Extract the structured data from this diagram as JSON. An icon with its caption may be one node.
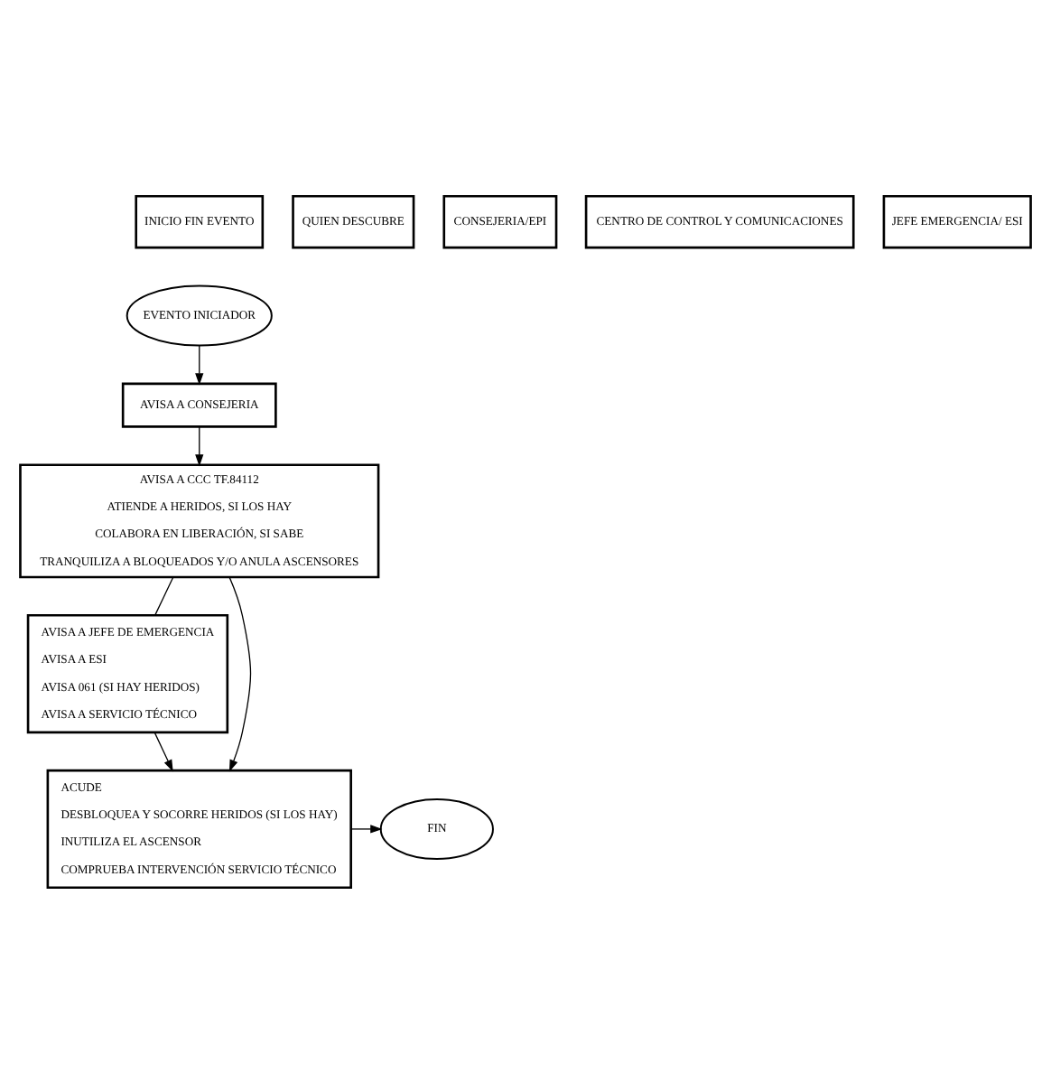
{
  "diagram": {
    "nodes": [
      {
        "text": [
          "INICIO FIN EVENTO"
        ]
      },
      {
        "text": [
          "QUIEN DESCUBRE"
        ]
      },
      {
        "text": [
          "CONSEJERIA/EPI"
        ]
      },
      {
        "text": [
          "CENTRO DE CONTROL Y COMUNICACIONES"
        ]
      },
      {
        "text": [
          "JEFE EMERGENCIA/ ESI"
        ]
      },
      {
        "text": [
          "EVENTO INICIADOR"
        ]
      },
      {
        "text": [
          "AVISA A CONSEJERIA"
        ]
      },
      {
        "text": [
          "AVISA A CCC TF.84112",
          "ATIENDE A HERIDOS, SI LOS HAY",
          "COLABORA EN LIBERACIÓN, SI SABE",
          "TRANQUILIZA A BLOQUEADOS Y/O ANULA ASCENSORES"
        ]
      },
      {
        "text": [
          "AVISA A JEFE DE EMERGENCIA",
          "AVISA A ESI",
          "AVISA 061 (SI HAY HERIDOS)",
          "AVISA A SERVICIO TÉCNICO"
        ]
      },
      {
        "text": [
          "ACUDE",
          "DESBLOQUEA Y SOCORRE HERIDOS (SI LOS HAY)",
          "INUTILIZA EL ASCENSOR",
          "COMPRUEBA INTERVENCIÓN SERVICIO TÉCNICO"
        ]
      },
      {
        "text": [
          "FIN"
        ]
      }
    ],
    "edges": [
      {
        "from": 5,
        "to": 6,
        "arrow": "to"
      },
      {
        "from": 6,
        "to": 7,
        "arrow": "to"
      },
      {
        "from": 7,
        "to": 8,
        "arrow": "none"
      },
      {
        "from": 7,
        "to": 9,
        "arrow": "to"
      },
      {
        "from": 8,
        "to": 9,
        "arrow": "to"
      },
      {
        "from": 9,
        "to": 10,
        "arrow": "to"
      }
    ]
  }
}
